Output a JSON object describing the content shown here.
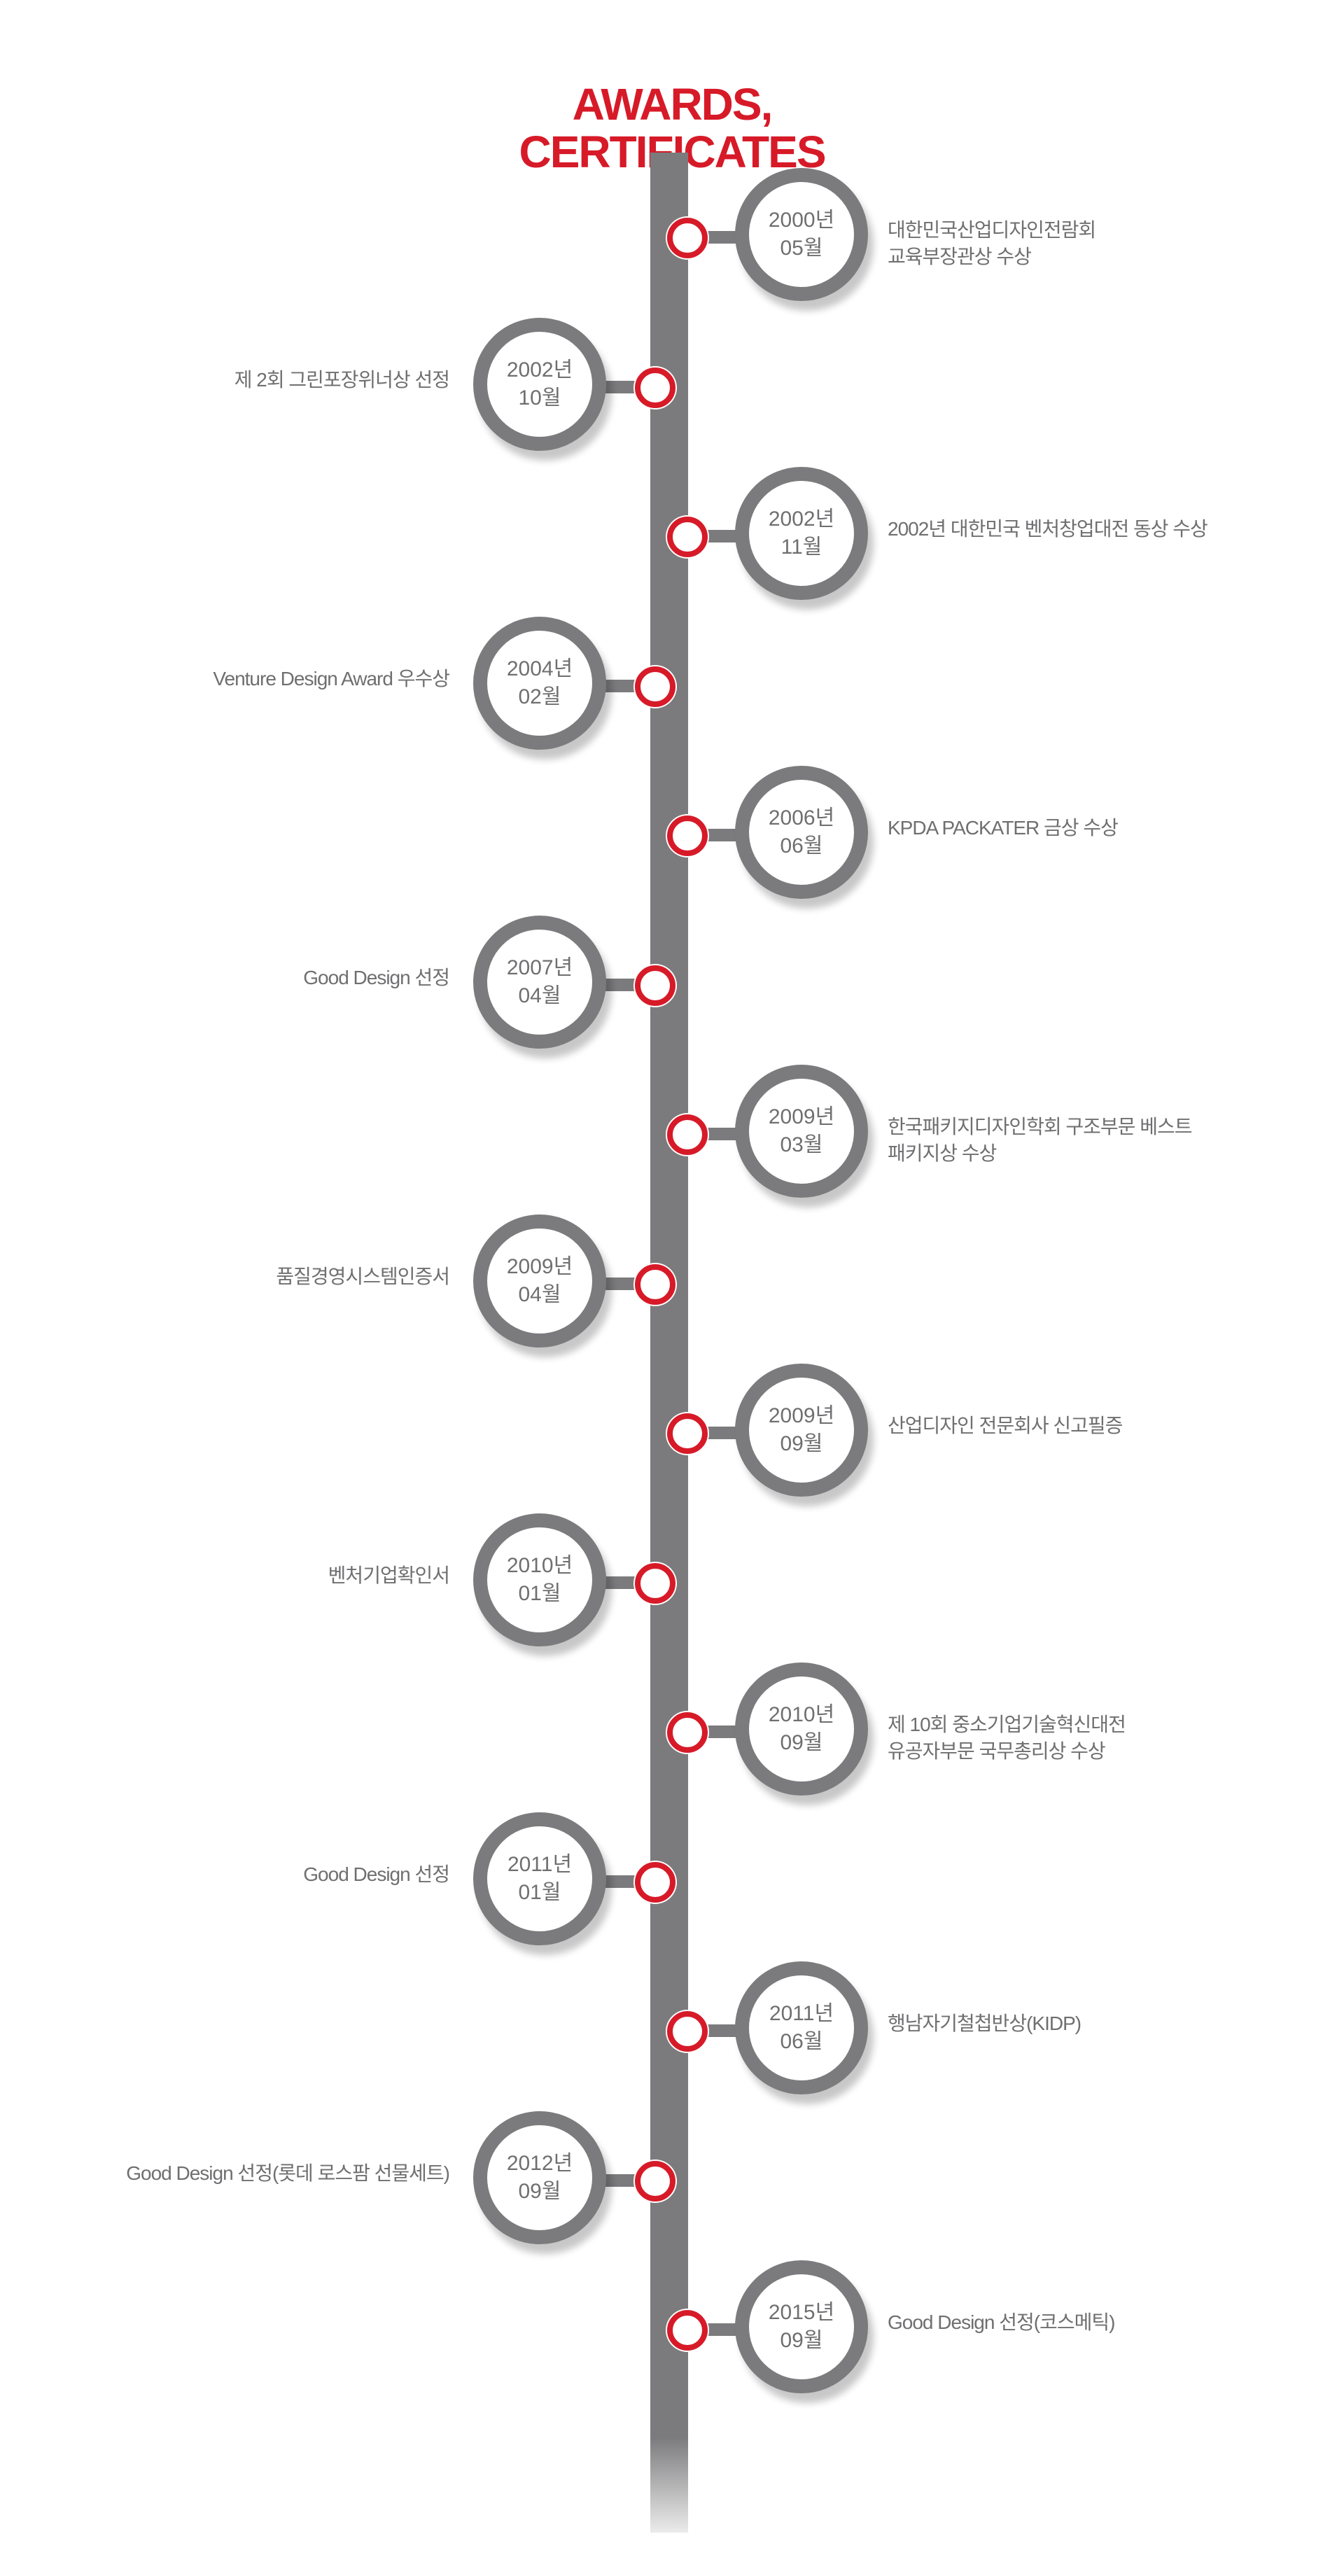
{
  "title": {
    "line1": "AWARDS,",
    "line2": "CERTIFICATES"
  },
  "colors": {
    "accent": "#d71a28",
    "timeline": "#7b7b7d",
    "text": "#6f6f71"
  },
  "timeline": [
    {
      "side": "right",
      "year": "2000년",
      "month": "05월",
      "lines": [
        "대한민국산업디자인전람회",
        "교육부장관상 수상"
      ]
    },
    {
      "side": "left",
      "year": "2002년",
      "month": "10월",
      "lines": [
        "제 2회 그린포장위너상 선정"
      ]
    },
    {
      "side": "right",
      "year": "2002년",
      "month": "11월",
      "lines": [
        "2002년 대한민국 벤처창업대전 동상 수상"
      ]
    },
    {
      "side": "left",
      "year": "2004년",
      "month": "02월",
      "lines": [
        "Venture Design Award 우수상"
      ]
    },
    {
      "side": "right",
      "year": "2006년",
      "month": "06월",
      "lines": [
        "KPDA PACKATER 금상 수상"
      ]
    },
    {
      "side": "left",
      "year": "2007년",
      "month": "04월",
      "lines": [
        "Good Design 선정"
      ]
    },
    {
      "side": "right",
      "year": "2009년",
      "month": "03월",
      "lines": [
        "한국패키지디자인학회 구조부문 베스트",
        "패키지상 수상"
      ]
    },
    {
      "side": "left",
      "year": "2009년",
      "month": "04월",
      "lines": [
        "품질경영시스템인증서"
      ]
    },
    {
      "side": "right",
      "year": "2009년",
      "month": "09월",
      "lines": [
        "산업디자인 전문회사 신고필증"
      ]
    },
    {
      "side": "left",
      "year": "2010년",
      "month": "01월",
      "lines": [
        "벤처기업확인서"
      ]
    },
    {
      "side": "right",
      "year": "2010년",
      "month": "09월",
      "lines": [
        "제 10회 중소기업기술혁신대전",
        "유공자부문 국무총리상 수상"
      ]
    },
    {
      "side": "left",
      "year": "2011년",
      "month": "01월",
      "lines": [
        "Good Design 선정"
      ]
    },
    {
      "side": "right",
      "year": "2011년",
      "month": "06월",
      "lines": [
        "행남자기철첩반상(KIDP)"
      ]
    },
    {
      "side": "left",
      "year": "2012년",
      "month": "09월",
      "lines": [
        "Good Design 선정(롯데 로스팜 선물세트)"
      ]
    },
    {
      "side": "right",
      "year": "2015년",
      "month": "09월",
      "lines": [
        "Good Design 선정(코스메틱)"
      ]
    }
  ]
}
